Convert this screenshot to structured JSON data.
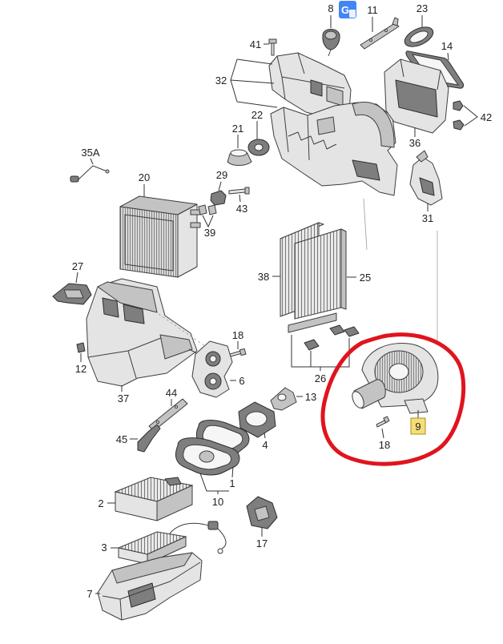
{
  "callouts": {
    "c8": "8",
    "c11": "11",
    "c23": "23",
    "c41": "41",
    "c14": "14",
    "c32": "32",
    "c42": "42",
    "c36": "36",
    "c22": "22",
    "c21": "21",
    "c35a": "35A",
    "c20": "20",
    "c29": "29",
    "c43": "43",
    "c39": "39",
    "c31": "31",
    "c27": "27",
    "c38": "38",
    "c25": "25",
    "c18a": "18",
    "c12": "12",
    "c6": "6",
    "c26": "26",
    "c44": "44",
    "c13": "13",
    "c37": "37",
    "c45": "45",
    "c4": "4",
    "c9": "9",
    "c18b": "18",
    "c1": "1",
    "c10": "10",
    "c2": "2",
    "c17": "17",
    "c3": "3",
    "c7": "7"
  },
  "translate_badge": {
    "icon": "google-translate-icon",
    "letter": "G"
  },
  "colors": {
    "highlight_ring": "#e0141e",
    "highlighted_callout_fill": "#f4de78",
    "badge": "#4285f4"
  }
}
